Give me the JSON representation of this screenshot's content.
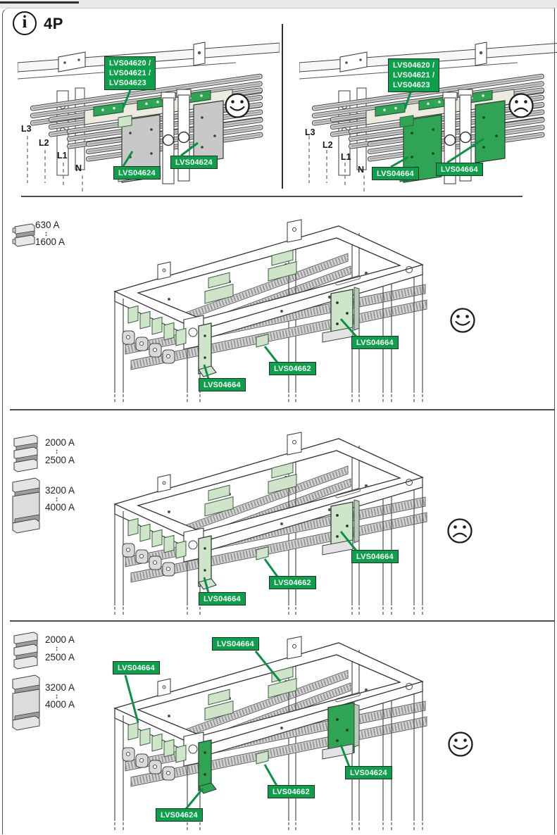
{
  "header": {
    "info_symbol": "i",
    "title": "4P"
  },
  "glyphs": {
    "range_arrow": "↕"
  },
  "colors": {
    "callout_green": "#0ca04a",
    "part_green": "#2fa454",
    "part_green_pale": "#cfe5c9",
    "busbar_gray": "#cdcdcd",
    "line": "#3a3a3a"
  },
  "top_section": {
    "left": {
      "support_callout": [
        "LVS04620 /",
        "LVS04621 /",
        "LVS04623"
      ],
      "plate_callout_1": "LVS04624",
      "plate_callout_2": "LVS04624",
      "phases": [
        "L3",
        "L2",
        "L1",
        "N"
      ],
      "result": "correct"
    },
    "right": {
      "support_callout": [
        "LVS04620 /",
        "LVS04621 /",
        "LVS04623"
      ],
      "plate_callout_1": "LVS04664",
      "plate_callout_2": "LVS04664",
      "phases": [
        "L3",
        "L2",
        "L1",
        "N"
      ],
      "result": "incorrect"
    }
  },
  "section_630_1600": {
    "ratings": [
      {
        "min": "630 A",
        "max": "1600 A"
      }
    ],
    "callout_left": "LVS04664",
    "callout_middle": "LVS04662",
    "callout_right": "LVS04664",
    "result": "correct"
  },
  "section_2000_4000_incorrect": {
    "ratings": [
      {
        "min": "2000 A",
        "max": "2500 A"
      },
      {
        "min": "3200 A",
        "max": "4000 A"
      }
    ],
    "callout_left": "LVS04664",
    "callout_middle": "LVS04662",
    "callout_right": "LVS04664",
    "result": "incorrect"
  },
  "section_2000_4000_correct": {
    "ratings": [
      {
        "min": "2000 A",
        "max": "2500 A"
      },
      {
        "min": "3200 A",
        "max": "4000 A"
      }
    ],
    "callout_top": "LVS04664",
    "callout_left": "LVS04664",
    "callout_right": "LVS04624",
    "callout_middle": "LVS04662",
    "callout_bottom": "LVS04624",
    "result": "correct"
  }
}
